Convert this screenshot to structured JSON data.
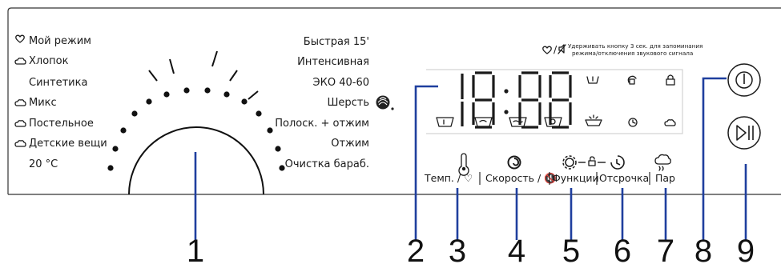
{
  "programs_left": [
    {
      "label": "Мой режим",
      "icon": "heart-icon"
    },
    {
      "label": "Хлопок",
      "icon": "steam-cloud-icon"
    },
    {
      "label": "Синтетика",
      "icon": ""
    },
    {
      "label": "Микс",
      "icon": "steam-cloud-icon"
    },
    {
      "label": "Постельное",
      "icon": "steam-cloud-icon"
    },
    {
      "label": "Детские вещи",
      "icon": "steam-cloud-icon"
    },
    {
      "label": "20 °C",
      "icon": ""
    }
  ],
  "programs_right": [
    {
      "label": "Быстрая 15'"
    },
    {
      "label": "Интенсивная"
    },
    {
      "label": "ЭКО 40-60"
    },
    {
      "label": "Шерсть",
      "icon": "woolmark-icon"
    },
    {
      "label": "Полоск. + отжим"
    },
    {
      "label": "Отжим"
    },
    {
      "label": "Очистка бараб."
    }
  ],
  "display": {
    "digits": "18:88",
    "hint_separator": "/",
    "hint_line1": "Удерживать кнопку 3 сек. для запоминания",
    "hint_line2": "режима/отключения звукового сигнала"
  },
  "function_buttons": [
    {
      "label": "Темп. / ♡",
      "icon": "thermometer-icon"
    },
    {
      "label": "Скорость / 🔇",
      "icon": "spin-icon"
    },
    {
      "label": "Функции",
      "icon": "gear-icon"
    },
    {
      "label": "Отсрочка",
      "icon": "timer-icon"
    },
    {
      "label": "Пар",
      "icon": "steam-icon"
    }
  ],
  "callouts": [
    "1",
    "2",
    "3",
    "4",
    "5",
    "6",
    "7",
    "8",
    "9"
  ],
  "colors": {
    "leader": "#1f3f9e",
    "ink": "#1a1a1a"
  }
}
